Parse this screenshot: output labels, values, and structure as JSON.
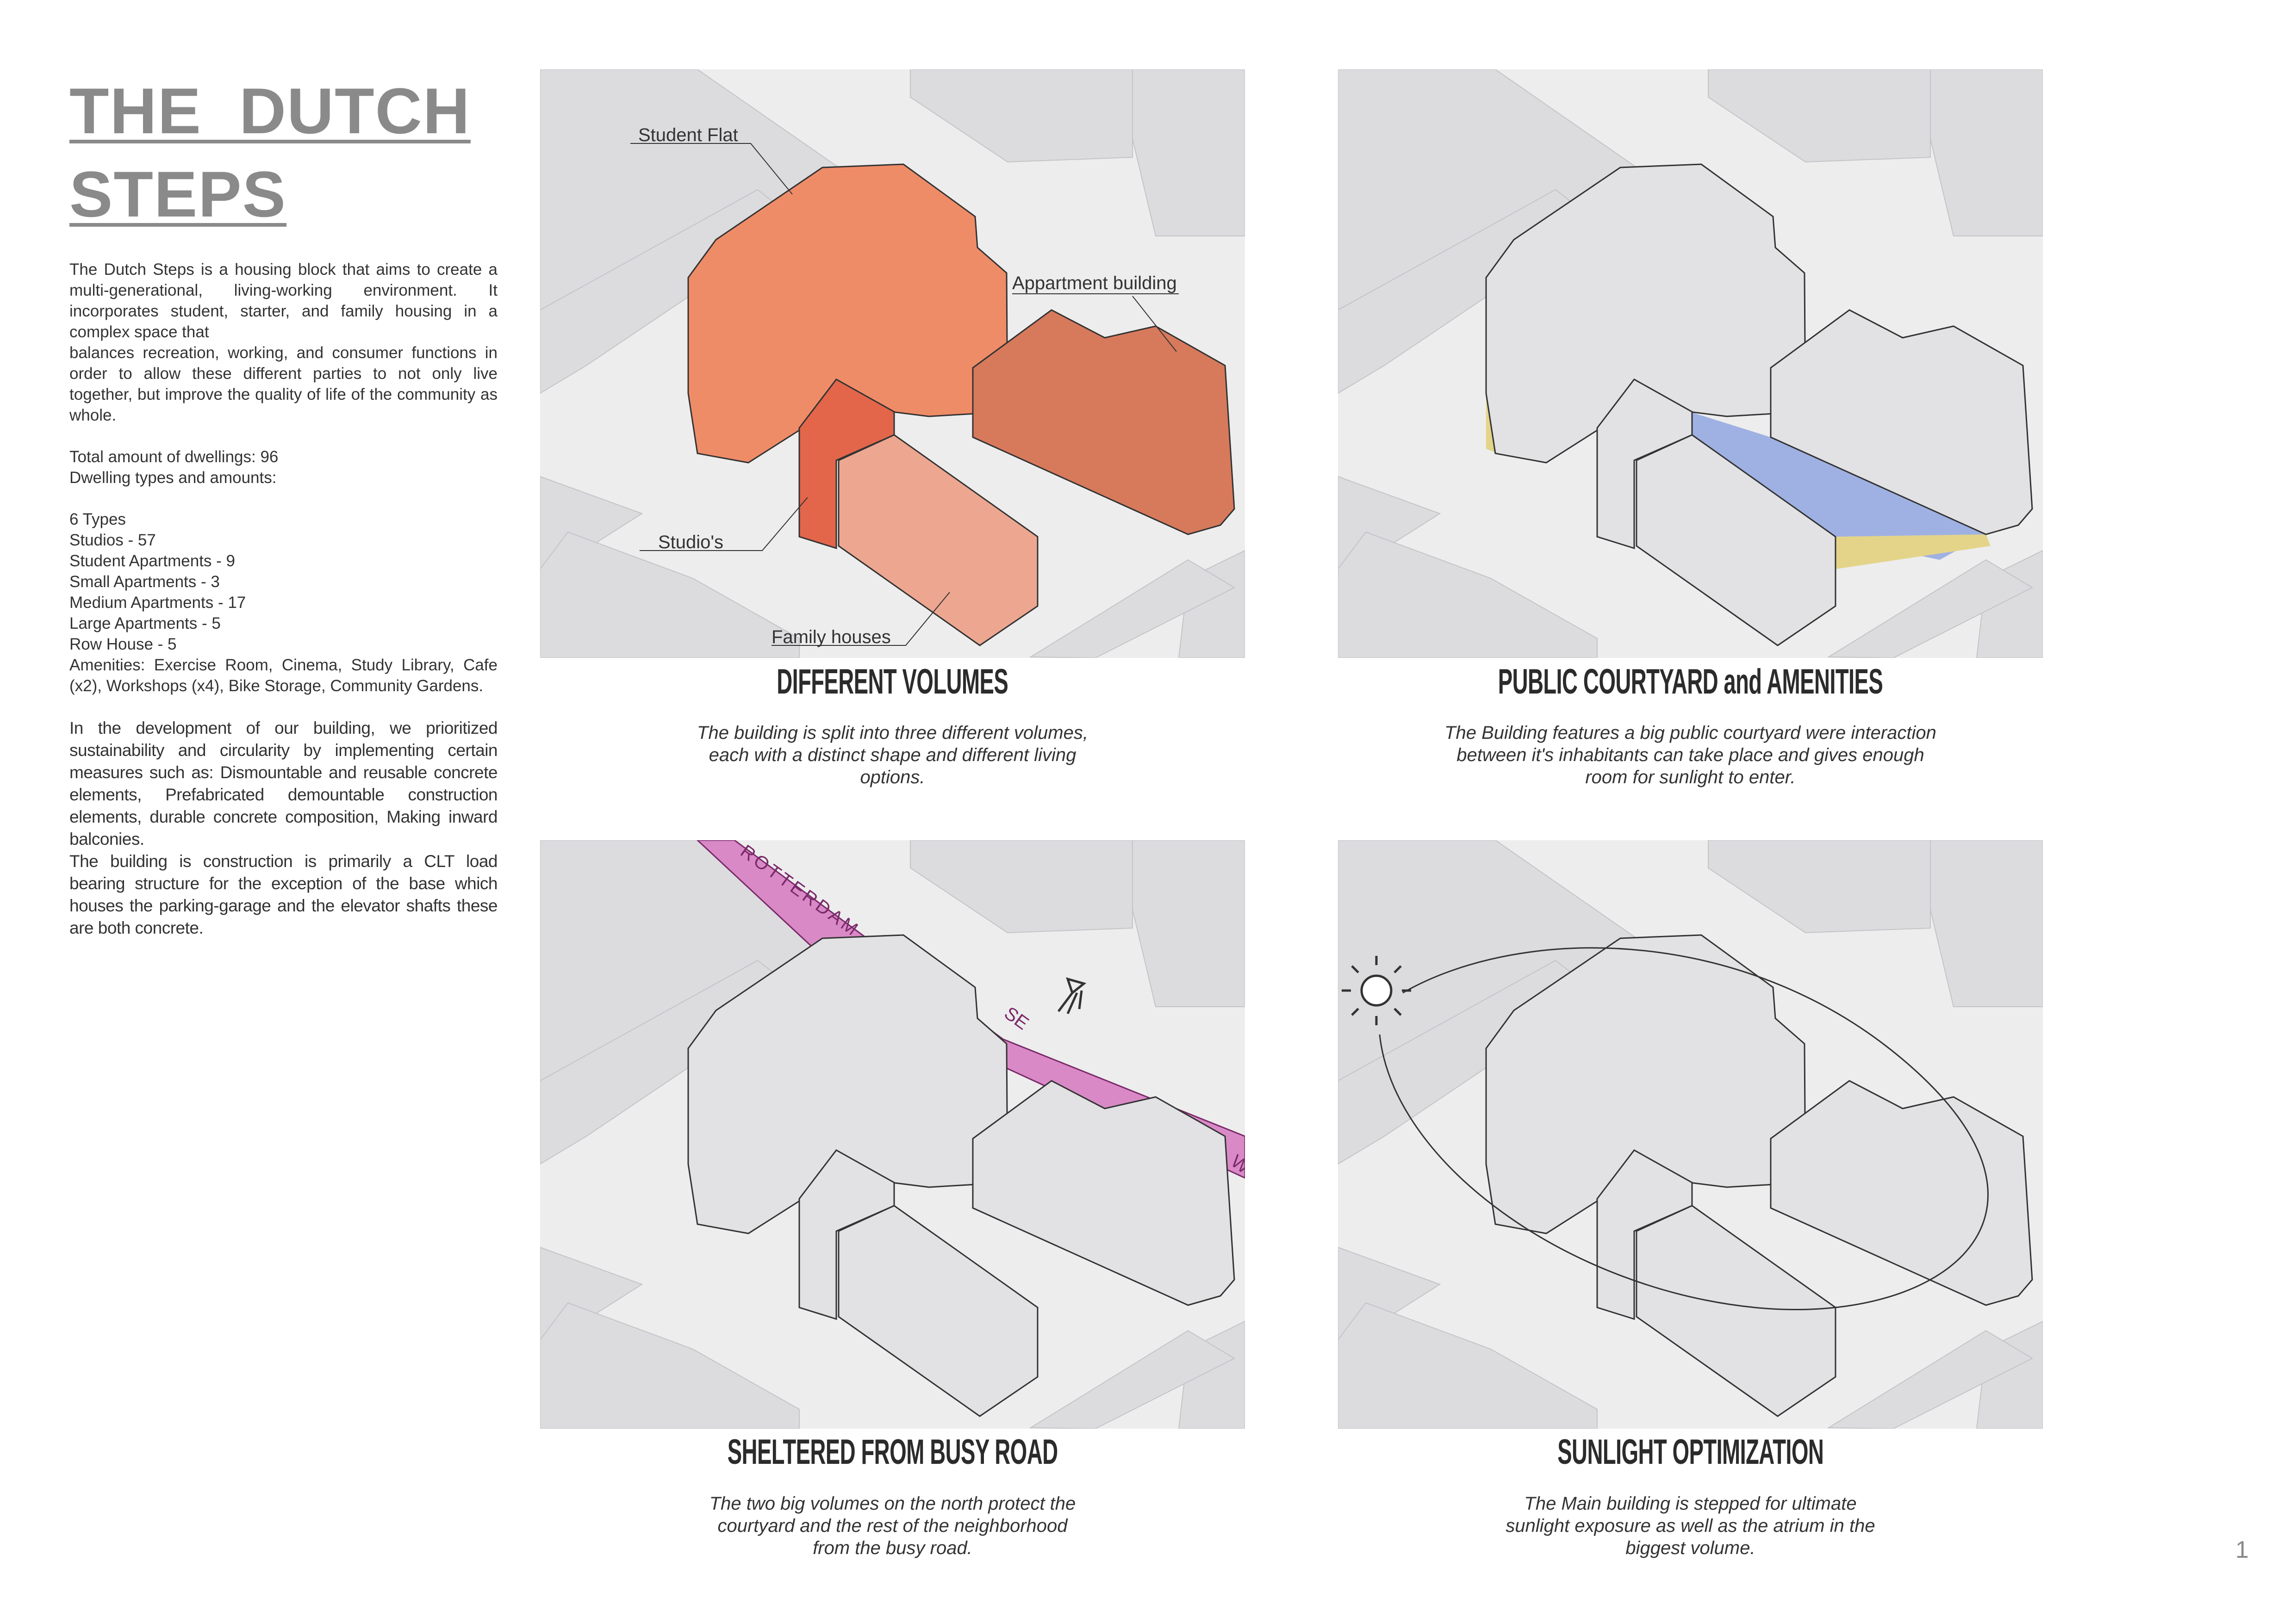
{
  "title": {
    "line1": "THE DUTCH",
    "line2": "STEPS"
  },
  "intro": {
    "paragraph1": "The Dutch Steps is a housing block that aims to create a multi-generational, living-working environment. It incorporates student, starter, and family housing in a complex space that",
    "paragraph1b": "balances recreation, working, and consumer functions in order to allow these different parties to not only live together, but improve the quality of life of the community as whole.",
    "total_dwellings": "Total amount of dwellings: 96",
    "types_heading": "Dwelling types and amounts:",
    "dwelling_types": [
      "6 Types",
      "Studios - 57",
      "Student Apartments - 9",
      "Small Apartments - 3",
      "Medium Apartments - 17",
      "Large Apartments - 5",
      "Row House - 5"
    ],
    "amenities": "Amenities: Exercise Room, Cinema, Study Library, Cafe (x2), Workshops (x4), Bike Storage, Community Gardens.",
    "sustainability": "In the development of our building, we prioritized sustainability and circularity by implementing certain measures such as: Dismountable and reusable concrete elements, Prefabricated demountable construction elements, durable concrete composition, Making inward balconies.",
    "construction": "The building is construction is primarily a CLT load bearing structure for the exception of the base which houses the parking-garage and the elevator shafts these are both concrete."
  },
  "panels": [
    {
      "heading": "DIFFERENT VOLUMES",
      "caption": [
        "The building is split into three different volumes,",
        "each with a distinct shape and different living",
        "options."
      ],
      "labels": {
        "student_flat": "Student Flat",
        "apartment": "Appartment building",
        "studios": "Studio's",
        "family": "Family houses"
      }
    },
    {
      "heading": "PUBLIC COURTYARD and AMENITIES",
      "caption": [
        "The Building features a big public courtyard were interaction",
        "between it's inhabitants can take place and gives enough",
        "room for sunlight to enter."
      ]
    },
    {
      "heading": "SHELTERED FROM BUSY ROAD",
      "caption": [
        "The two big volumes on the north protect the",
        "courtyard and the rest of the neighborhood",
        "from the busy road."
      ],
      "road_labels": {
        "name": "ROTTERDAM",
        "se": "SE",
        "w": "W"
      }
    },
    {
      "heading": "SUNLIGHT OPTIMIZATION",
      "caption": [
        "The Main building is stepped for ultimate",
        "sunlight exposure as well as the atrium in the",
        "biggest volume."
      ]
    }
  ],
  "colors": {
    "student_flat": "#ef8c68",
    "apartment": "#d77a5c",
    "studios": "#e3664b",
    "family_houses": "#eda790",
    "courtyard": "#9fb1e3",
    "amenities": "#e4d48a",
    "road": "#d98ac6"
  },
  "page_number": "1"
}
